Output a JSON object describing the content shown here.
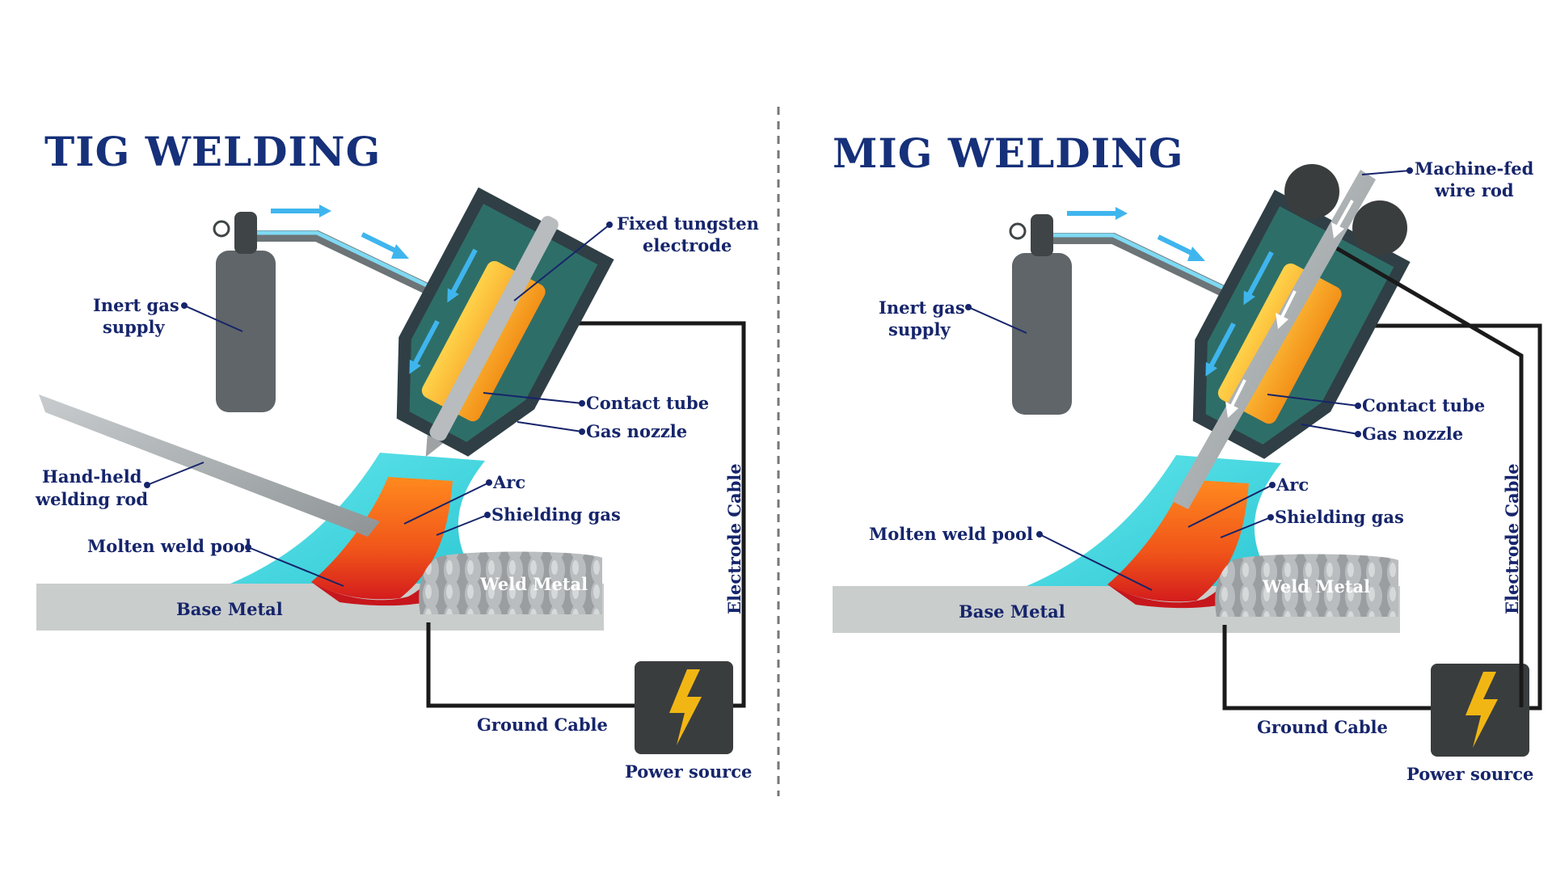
{
  "colors": {
    "title": "#16307a",
    "label": "#16256b",
    "cylinder": "#5f6568",
    "nozzle": "#2f3f45",
    "nozzle_inner": "#2e6e68",
    "shielding_gas": "#3fd6de",
    "arc": "#f26a1a",
    "weld_pool": "#d71d1d",
    "base_metal": "#c9cdcc",
    "cable": "#1a1a1a",
    "bolt": "#f2b614",
    "arrow": "#3fb5ee"
  },
  "icons": [
    "gas-cylinder-icon",
    "gauge-icon",
    "power-source-icon",
    "lightning-bolt-icon",
    "wire-feed-roller-icon"
  ],
  "tig": {
    "title": "TIG WELDING",
    "labels": {
      "inert_gas_1": "Inert gas",
      "inert_gas_2": "supply",
      "electrode_1": "Fixed tungsten",
      "electrode_2": "electrode",
      "contact_tube": "Contact tube",
      "gas_nozzle": "Gas nozzle",
      "rod_1": "Hand-held",
      "rod_2": "welding rod",
      "arc": "Arc",
      "shielding_gas": "Shielding gas",
      "weld_pool": "Molten weld pool",
      "weld_metal": "Weld Metal",
      "base_metal": "Base Metal",
      "electrode_cable": "Electrode Cable",
      "ground_cable": "Ground Cable",
      "power_source": "Power source"
    }
  },
  "mig": {
    "title": "MIG WELDING",
    "labels": {
      "wire_1": "Machine-fed",
      "wire_2": "wire rod",
      "inert_gas_1": "Inert gas",
      "inert_gas_2": "supply",
      "contact_tube": "Contact tube",
      "gas_nozzle": "Gas nozzle",
      "arc": "Arc",
      "shielding_gas": "Shielding gas",
      "weld_pool": "Molten weld pool",
      "weld_metal": "Weld Metal",
      "base_metal": "Base Metal",
      "electrode_cable": "Electrode Cable",
      "ground_cable": "Ground Cable",
      "power_source": "Power source"
    }
  }
}
